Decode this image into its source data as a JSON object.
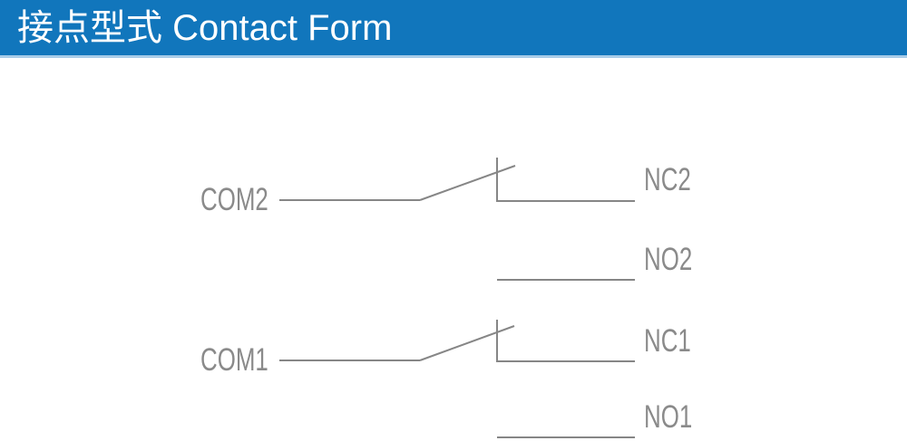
{
  "header": {
    "title": "接点型式 Contact Form",
    "background_color": "#1176bc",
    "underline_color": "#a8cce8",
    "text_color": "#ffffff"
  },
  "diagram": {
    "type": "relay-contact-form-schematic",
    "line_color": "#868686",
    "label_color": "#8a8a8a",
    "poles": [
      {
        "com": "COM2",
        "nc": "NC2",
        "no": "NO2",
        "state": "lever-on-nc"
      },
      {
        "com": "COM1",
        "nc": "NC1",
        "no": "NO1",
        "state": "lever-on-nc"
      }
    ]
  }
}
